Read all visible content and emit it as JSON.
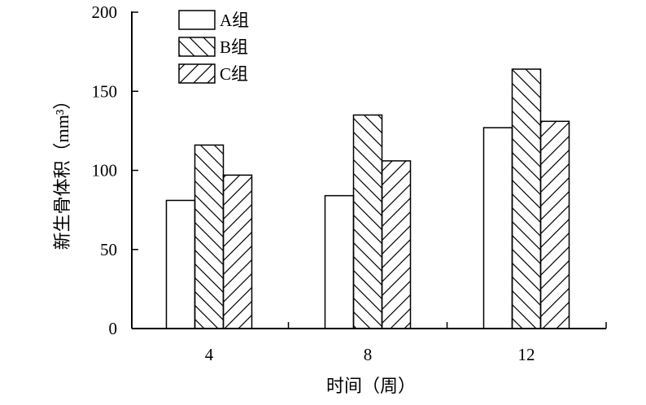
{
  "chart_data": {
    "type": "bar",
    "title": "",
    "xlabel": "时间（周）",
    "ylabel": "新生骨体积（mm³）",
    "ylim": [
      0,
      200
    ],
    "yticks": [
      0,
      50,
      100,
      150,
      200
    ],
    "categories": [
      "4",
      "8",
      "12"
    ],
    "series": [
      {
        "name": "A组",
        "values": [
          81,
          84,
          127
        ],
        "pattern": "none"
      },
      {
        "name": "B组",
        "values": [
          116,
          135,
          164
        ],
        "pattern": "backslash-hatch"
      },
      {
        "name": "C组",
        "values": [
          97,
          106,
          131
        ],
        "pattern": "slash-hatch"
      }
    ],
    "grid": false,
    "legend_position": "top-left",
    "colors": {
      "bar_fill": "#ffffff",
      "stroke": "#000000"
    }
  }
}
